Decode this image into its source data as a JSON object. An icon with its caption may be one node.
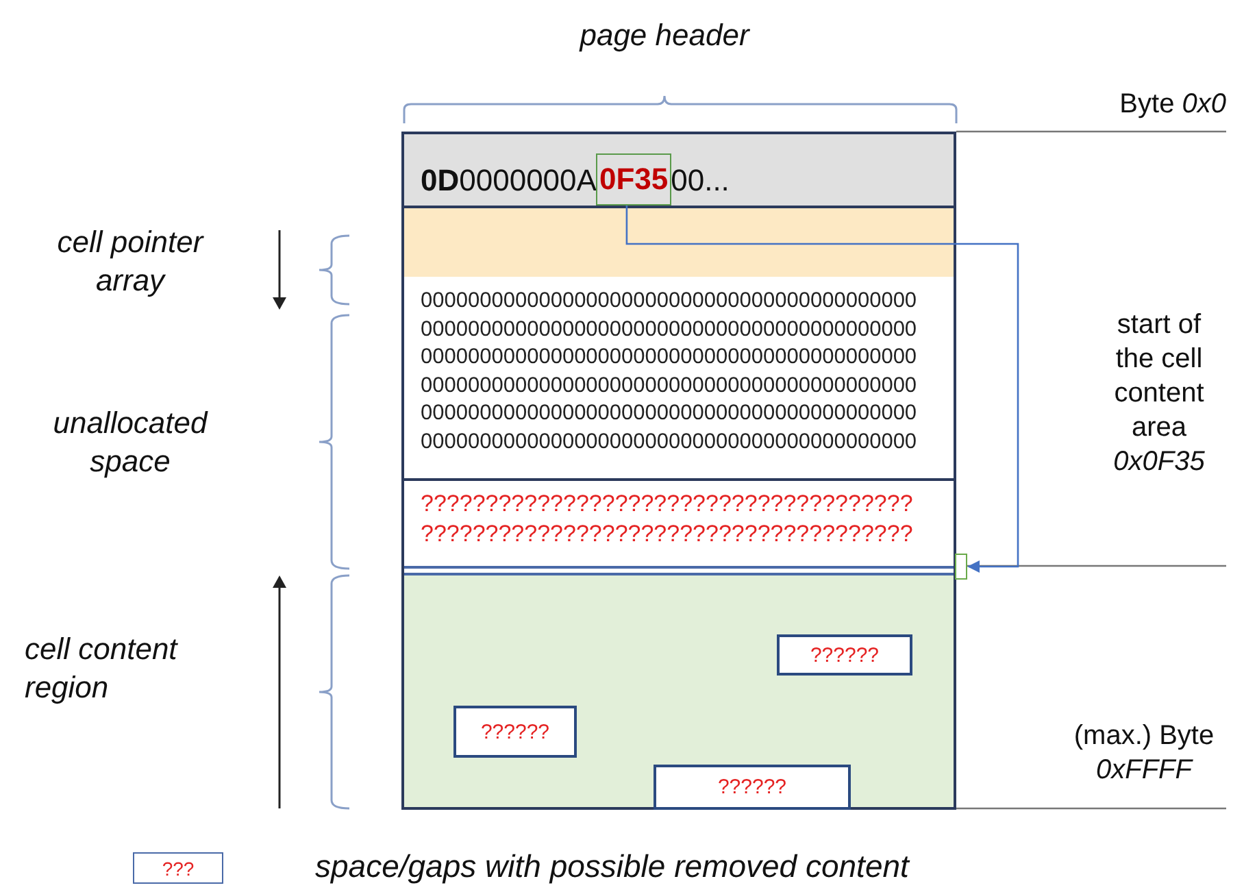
{
  "diagram": {
    "nodes": [
      {
        "text": [],
        "shape": "box"
      },
      {
        "text": [
          "**0D**0000000A",
          "00..."
        ],
        "in": 0
      },
      {
        "text": [
          "0F35"
        ],
        "in": 1
      },
      {
        "text": [
          "000000000000000000000000000000000000000000 000000000000000000000000000000000000000000 000000000000000000000000000000000000000000 000000000000000000000000000000000000000000 000000000000000000000000000000000000000000 000000000000000000000000000000000000000000"
        ],
        "in": 0
      },
      {
        "text": [
          "?????????????????????????????????????? ??????????????????????????????????????"
        ],
        "in": 0
      },
      {
        "text": [],
        "shape": "box",
        "in": 0
      },
      {
        "text": [
          "??????"
        ],
        "in": 5
      },
      {
        "text": [
          "??????"
        ],
        "in": 5
      },
      {
        "text": [
          "??????"
        ],
        "in": 5
      },
      {
        "text": [],
        "shape": "box"
      }
    ],
    "edges": [
      {
        "from": 2,
        "to": 9,
        "arrow": "to"
      }
    ],
    "labels": [
      "page header",
      "Byte *0x0*",
      "cell pointer array",
      "unallocated space",
      "cell content region",
      "start of the cell content area *0x0F35*",
      "(max.) Byte *0xFFFF*",
      "???"
    ],
    "legend": [
      {
        "text": "space/gaps with possible removed content"
      }
    ]
  }
}
